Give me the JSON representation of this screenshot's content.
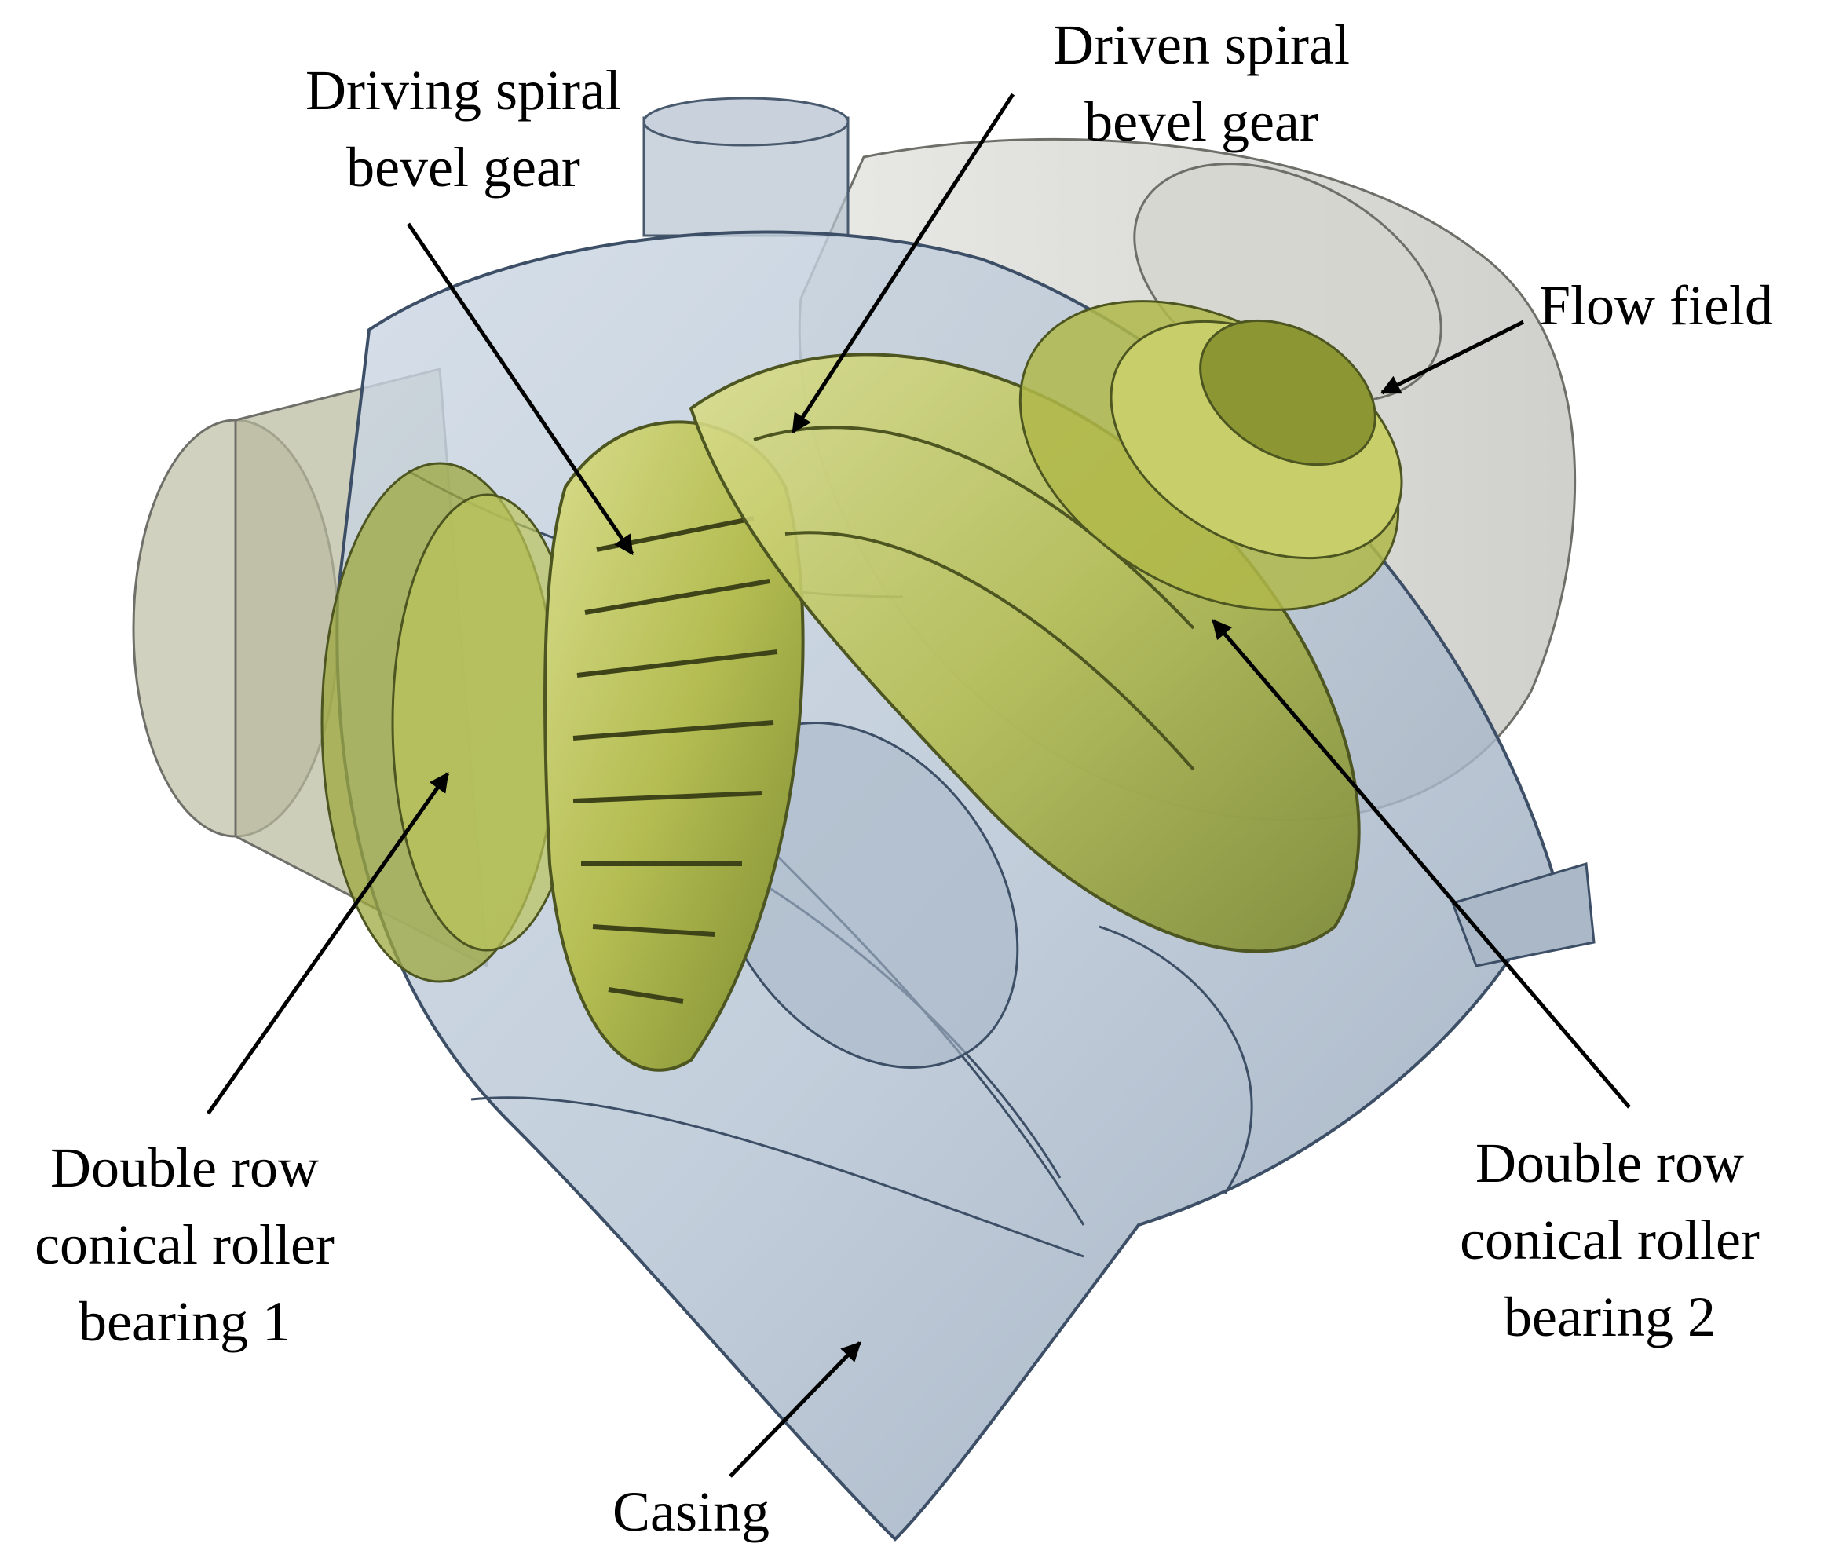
{
  "figure": {
    "labels": {
      "driving_gear": [
        "Driving spiral",
        "bevel gear"
      ],
      "driven_gear": [
        "Driven spiral",
        "bevel gear"
      ],
      "flow_field": [
        "Flow field"
      ],
      "bearing_1": [
        "Double row",
        "conical roller",
        "bearing 1"
      ],
      "bearing_2": [
        "Double row",
        "conical roller",
        "bearing 2"
      ],
      "casing": [
        "Casing"
      ]
    },
    "colors": {
      "casing_fill": "#b8c6d6",
      "casing_edge": "#3d4f66",
      "gear_fill": "#b9c25a",
      "gear_dark": "#6e7a2a",
      "flow_field_fill": "#c7c7c2",
      "arrow": "#000000"
    }
  }
}
